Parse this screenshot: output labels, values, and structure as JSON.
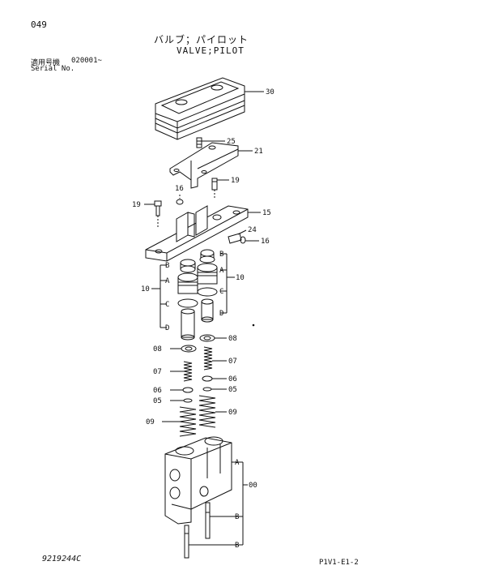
{
  "header": {
    "page_number": "049",
    "title_jp": "バルブ；パイロット",
    "title_en": "VALVE;PILOT",
    "serial_label_jp": "適用号機",
    "serial_value": "020001~",
    "serial_label_en": "Serial No."
  },
  "footer": {
    "doc_id": "9219244C",
    "page_code": "P1V1-E1-2"
  },
  "callouts": {
    "c30": "30",
    "c25": "25",
    "c21": "21",
    "c19a": "19",
    "c16a": "16",
    "c19b": "19",
    "c15": "15",
    "c24": "24",
    "c16b": "16",
    "c10a": "10",
    "c10b": "10",
    "c08a": "08",
    "c08b": "08",
    "c07a": "07",
    "c07b": "07",
    "c06a": "06",
    "c06b": "06",
    "c05a": "05",
    "c05b": "05",
    "c09a": "09",
    "c09b": "09",
    "c00": "00"
  },
  "letters": {
    "lB1": "B",
    "lA1": "A",
    "lC1": "C",
    "lD1": "D",
    "lB2": "B",
    "lA2": "A",
    "lC2": "C",
    "lD2": "D",
    "lA3": "A",
    "lB3": "B",
    "lB4": "B"
  }
}
